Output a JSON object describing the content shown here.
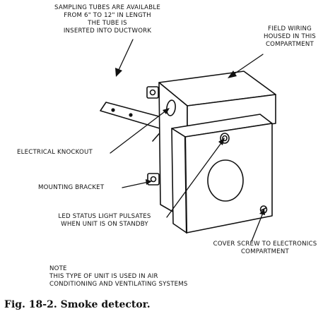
{
  "labels": {
    "sampling_tubes": "SAMPLING TUBES ARE AVAILABLE",
    "sampling_length": "FROM 6\" TO 12\" IN LENGTH",
    "sampling_tube_is": "THE TUBE IS",
    "sampling_inserted": "INSERTED INTO DUCTWORK",
    "field_wiring_1": "FIELD WIRING",
    "field_wiring_2": "HOUSED IN THIS",
    "field_wiring_3": "COMPARTMENT",
    "electrical_knockout": "ELECTRICAL KNOCKOUT",
    "mounting_bracket": "MOUNTING BRACKET",
    "led_1": "LED STATUS LIGHT PULSATES",
    "led_2": "WHEN UNIT IS ON STANDBY",
    "cover_screw_1": "COVER SCREW TO ELECTRONICS",
    "cover_screw_2": "COMPARTMENT"
  },
  "note": {
    "heading": "NOTE",
    "line1": "THIS TYPE OF UNIT IS USED IN AIR",
    "line2": "CONDITIONING AND VENTILATING SYSTEMS"
  },
  "caption": "Fig. 18-2. Smoke detector."
}
